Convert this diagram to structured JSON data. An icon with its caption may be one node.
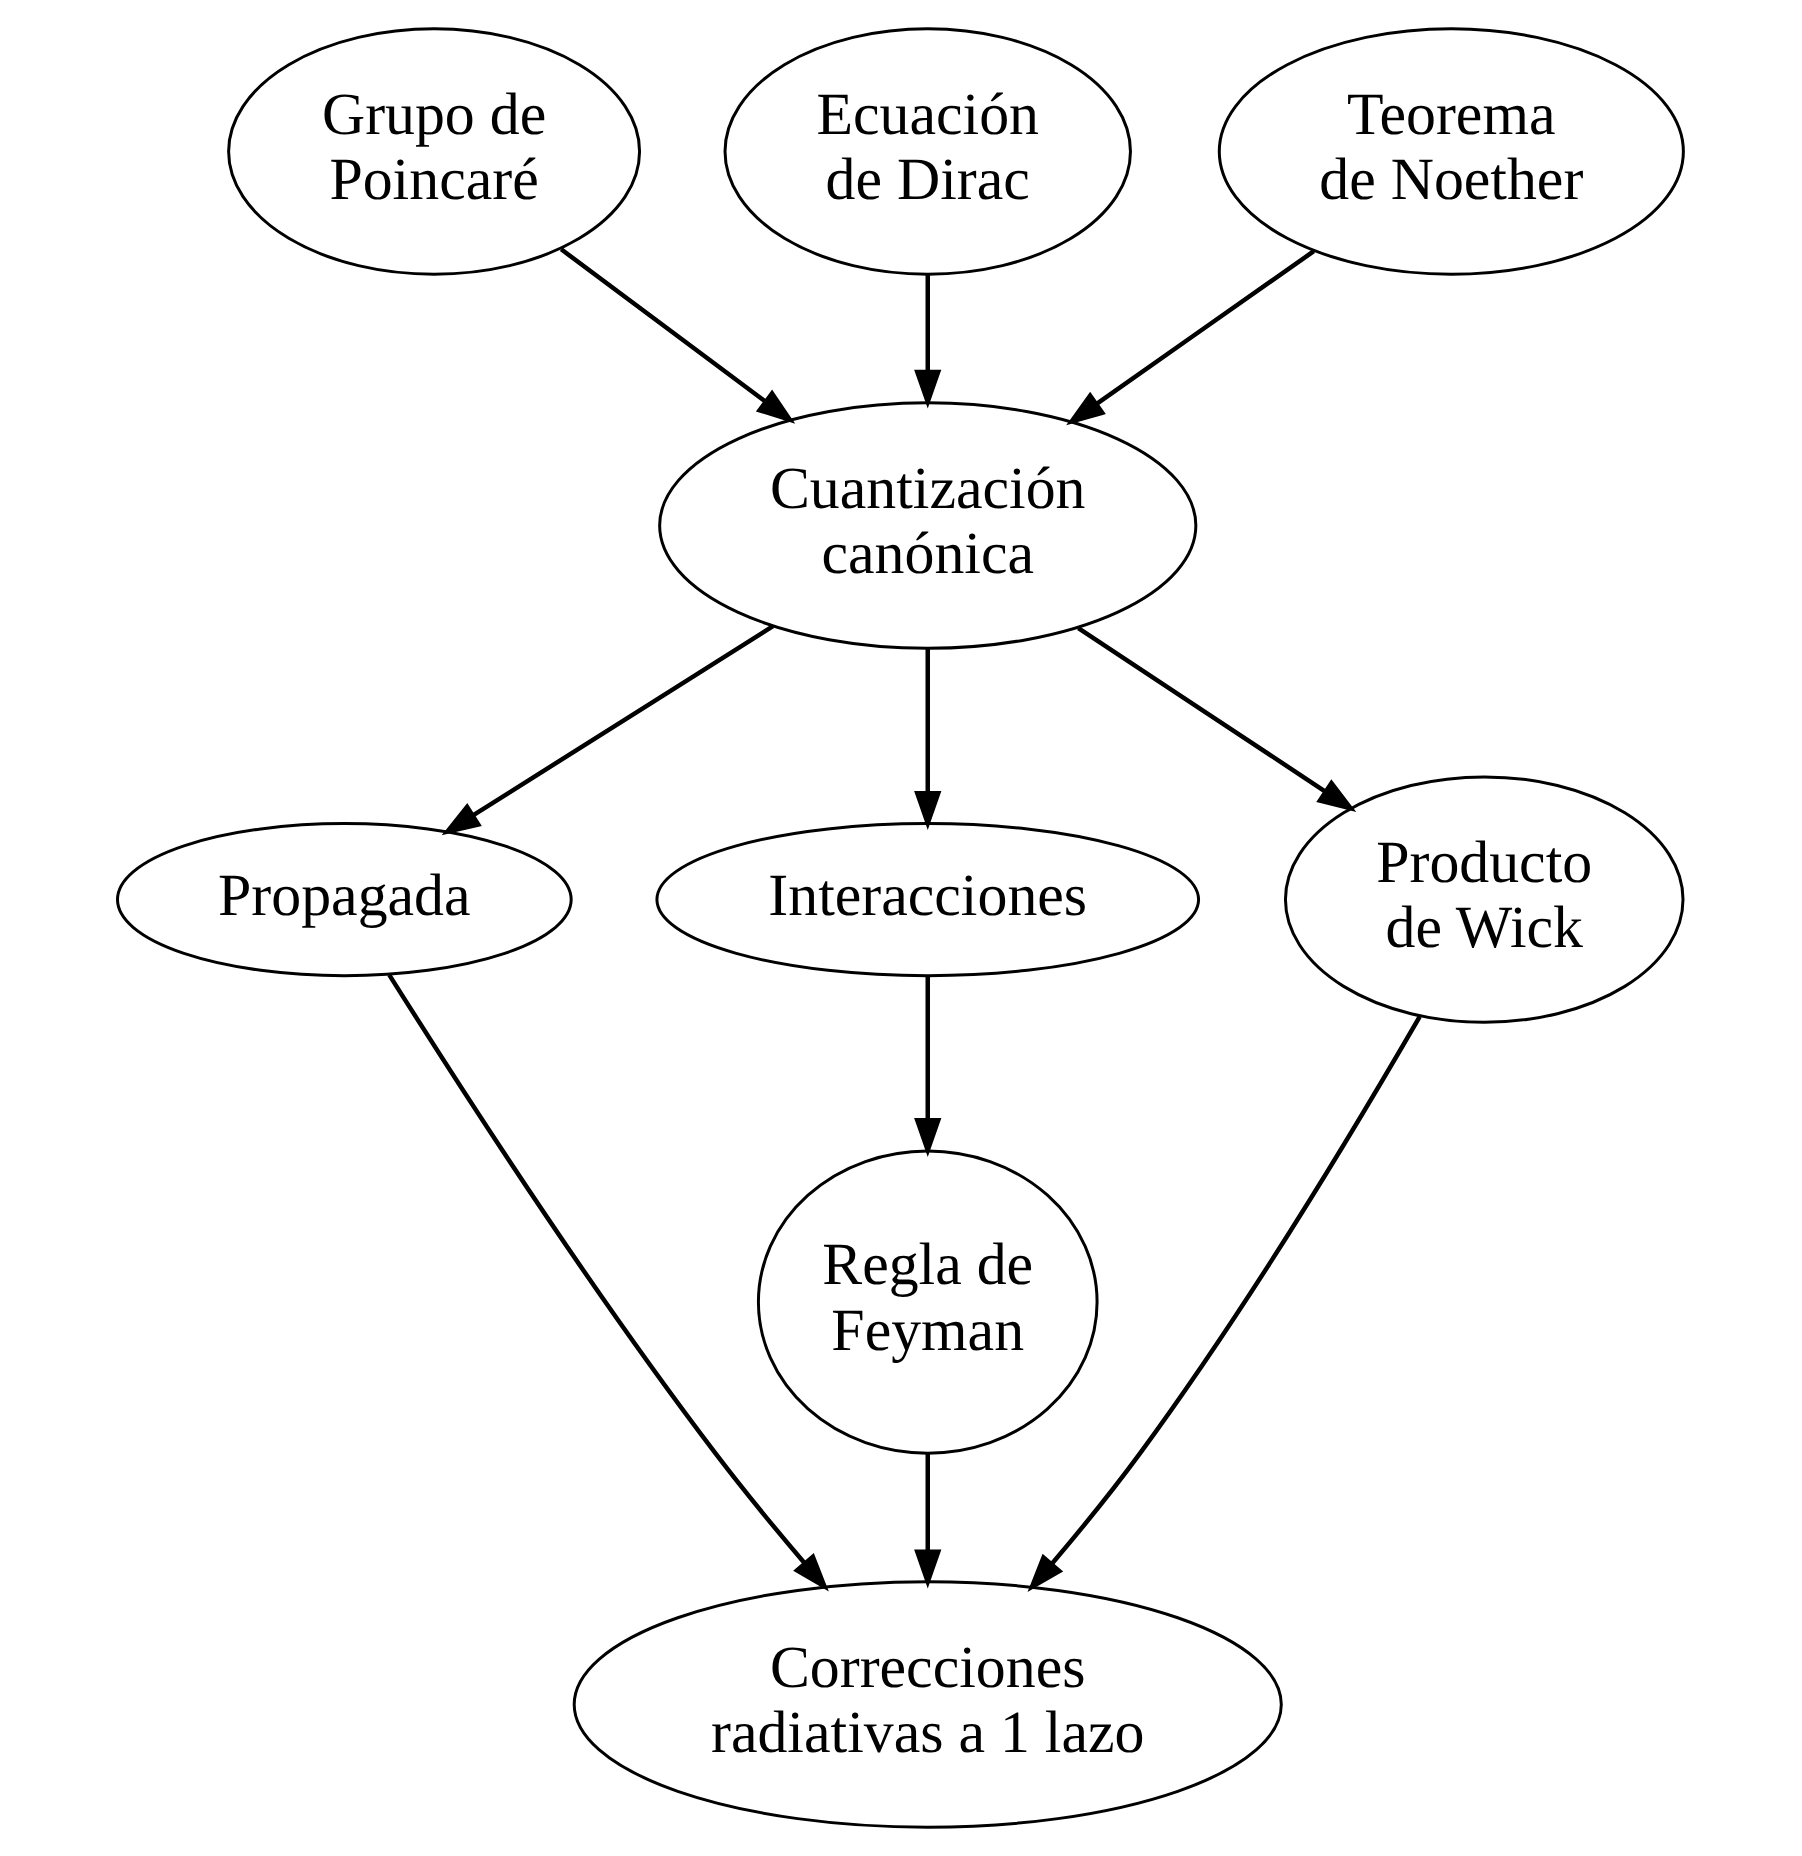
{
  "diagram": {
    "nodes": [
      {
        "text": [
          "Grupo de Poincaré"
        ]
      },
      {
        "text": [
          "Ecuación de Dirac"
        ]
      },
      {
        "text": [
          "Teorema de Noether"
        ]
      },
      {
        "text": [
          "Cuantización canónica"
        ]
      },
      {
        "text": [
          "Propagada"
        ]
      },
      {
        "text": [
          "Interacciones"
        ]
      },
      {
        "text": [
          "Producto de Wick"
        ]
      },
      {
        "text": [
          "Regla de Feyman"
        ]
      },
      {
        "text": [
          "Correcciones radiativas a 1 lazo"
        ]
      }
    ],
    "edges": [
      {
        "from": 0,
        "to": 3,
        "arrow": "to"
      },
      {
        "from": 1,
        "to": 3,
        "arrow": "to"
      },
      {
        "from": 2,
        "to": 3,
        "arrow": "to"
      },
      {
        "from": 3,
        "to": 4,
        "arrow": "to"
      },
      {
        "from": 3,
        "to": 5,
        "arrow": "to"
      },
      {
        "from": 3,
        "to": 6,
        "arrow": "to"
      },
      {
        "from": 5,
        "to": 7,
        "arrow": "to"
      },
      {
        "from": 4,
        "to": 8,
        "arrow": "to"
      },
      {
        "from": 7,
        "to": 8,
        "arrow": "to"
      },
      {
        "from": 6,
        "to": 8,
        "arrow": "to"
      }
    ]
  }
}
